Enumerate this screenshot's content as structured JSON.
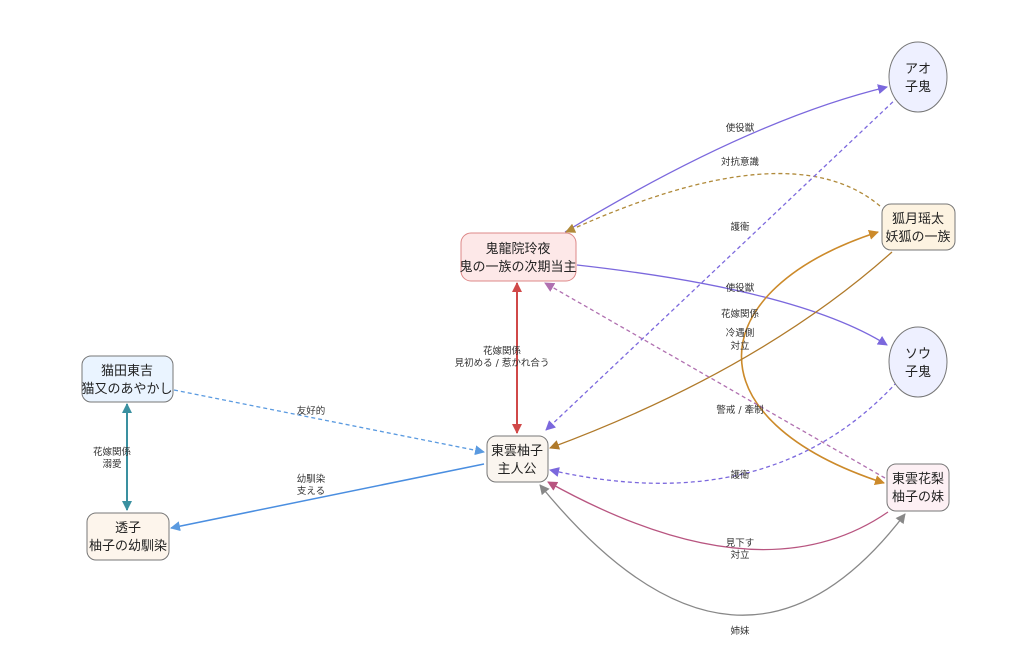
{
  "nodes": {
    "kiryuin": {
      "line1": "鬼龍院玲夜",
      "line2": "鬼の一族の次期当主"
    },
    "yuzu": {
      "line1": "東雲柚子",
      "line2": "主人公"
    },
    "nekota": {
      "line1": "猫田東吉",
      "line2": "猫又のあやかし"
    },
    "toko": {
      "line1": "透子",
      "line2": "柚子の幼馴染"
    },
    "ao": {
      "line1": "アオ",
      "line2": "子鬼"
    },
    "sou": {
      "line1": "ソウ",
      "line2": "子鬼"
    },
    "kogetsu": {
      "line1": "狐月瑶太",
      "line2": "妖狐の一族"
    },
    "karin": {
      "line1": "東雲花梨",
      "line2": "柚子の妹"
    }
  },
  "edges": {
    "kiryuin_ao": "使役獣",
    "kogetsu_kiryuin": "対抗意識",
    "ao_yuzu": "護衛",
    "kiryuin_sou": "使役獣",
    "kogetsu_karin": "花嫁関係",
    "kogetsu_yuzu": [
      "冷遇側",
      "対立"
    ],
    "karin_kiryuin": "警戒 / 牽制",
    "sou_yuzu": "護衛",
    "karin_yuzu": [
      "見下す",
      "対立"
    ],
    "sisters": "姉妹",
    "kiryuin_yuzu": [
      "花嫁関係",
      "見初める / 惹かれ合う"
    ],
    "nekota_yuzu": "友好的",
    "yuzu_toko": [
      "幼馴染",
      "支える"
    ],
    "nekota_toko": [
      "花嫁関係",
      "溺愛"
    ]
  },
  "colors": {
    "purple": "#7b68dd",
    "gold": "#b08a3a",
    "orange": "#cc8a2a",
    "brown": "#b07a2a",
    "mauve": "#b070b0",
    "rose": "#b85580",
    "gray": "#888888",
    "red": "#d04848",
    "lightblue": "#5a9ae0",
    "blue": "#4a8ee0",
    "teal": "#3a90a0"
  }
}
